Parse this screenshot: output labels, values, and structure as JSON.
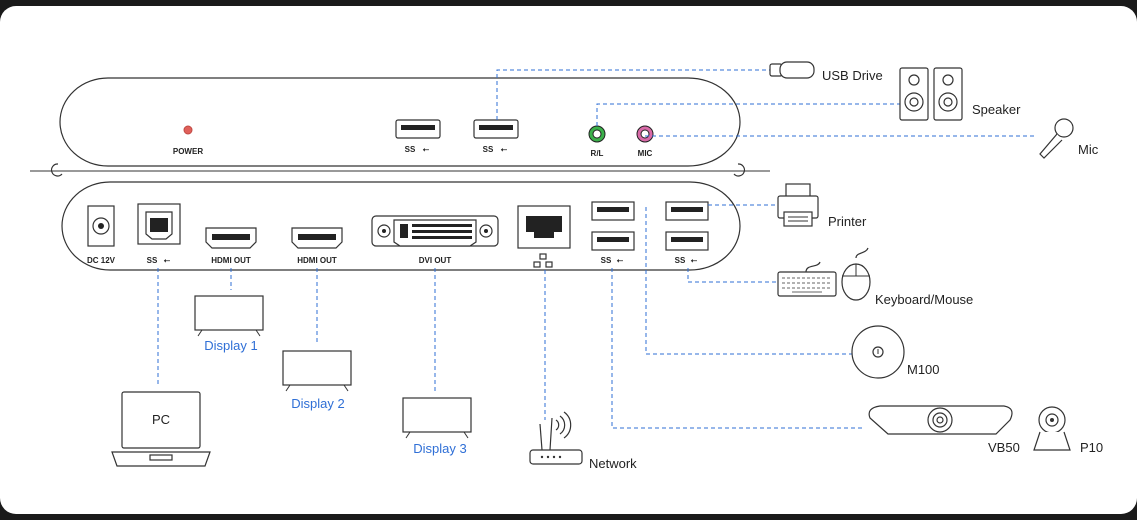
{
  "front_panel": {
    "power_label": "POWER",
    "usb_label_1": "SS",
    "usb_label_2": "SS",
    "audio_out_label": "R/L",
    "mic_label": "MIC"
  },
  "rear_panel": {
    "dc_label": "DC 12V",
    "usb_b_label": "SS",
    "hdmi1_label": "HDMI OUT",
    "hdmi2_label": "HDMI OUT",
    "dvi_label": "DVI OUT",
    "usb_a_label_1": "SS",
    "usb_a_label_2": "SS"
  },
  "devices": {
    "usb_drive": "USB Drive",
    "speaker": "Speaker",
    "mic": "Mic",
    "printer": "Printer",
    "keyboard_mouse": "Keyboard/Mouse",
    "m100": "M100",
    "vb50": "VB50",
    "p10": "P10",
    "network": "Network",
    "pc": "PC",
    "display1": "Display 1",
    "display2": "Display 2",
    "display3": "Display 3"
  },
  "colors": {
    "line": "#2f6fd6",
    "display_text": "#2f6fd6",
    "outline": "#333333",
    "power_led": "#e0605a",
    "audio_green": "#3bb04a",
    "mic_pink": "#d96aa8"
  }
}
